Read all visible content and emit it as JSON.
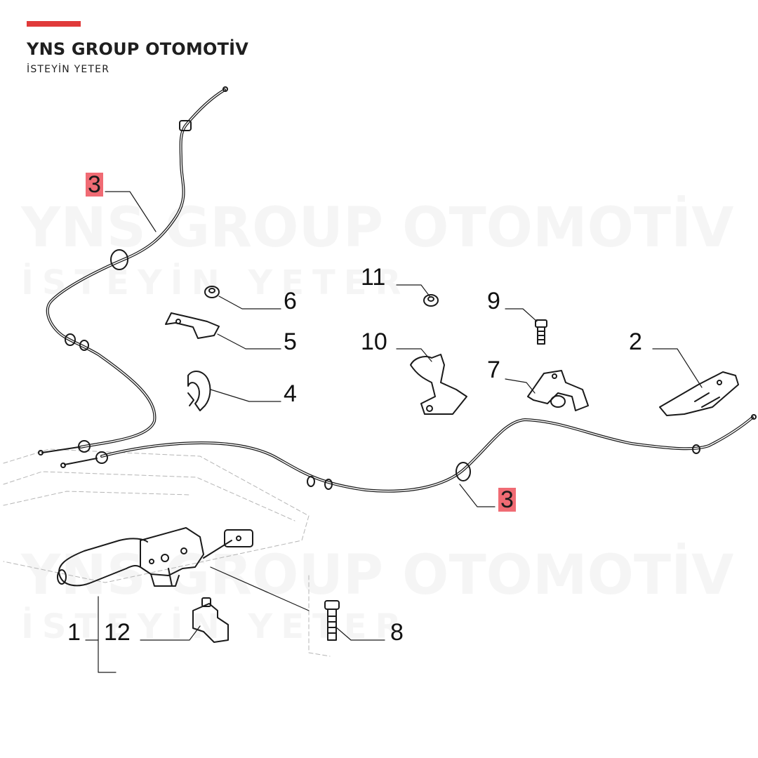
{
  "brand": {
    "name": "YNS GROUP OTOMOTİV",
    "tagline": "İSTEYİN YETER",
    "accent_color": "#e03a3a"
  },
  "watermark": {
    "line1": "YNS GROUP OTOMOTİV",
    "line2": "İSTEYİN YETER"
  },
  "callouts": {
    "c3_top": "3",
    "c6": "6",
    "c5": "5",
    "c4": "4",
    "c11": "11",
    "c10": "10",
    "c9": "9",
    "c7": "7",
    "c2": "2",
    "c3_bottom": "3",
    "c1": "1",
    "c12": "12",
    "c8": "8"
  },
  "highlight_color": "#f06b74"
}
